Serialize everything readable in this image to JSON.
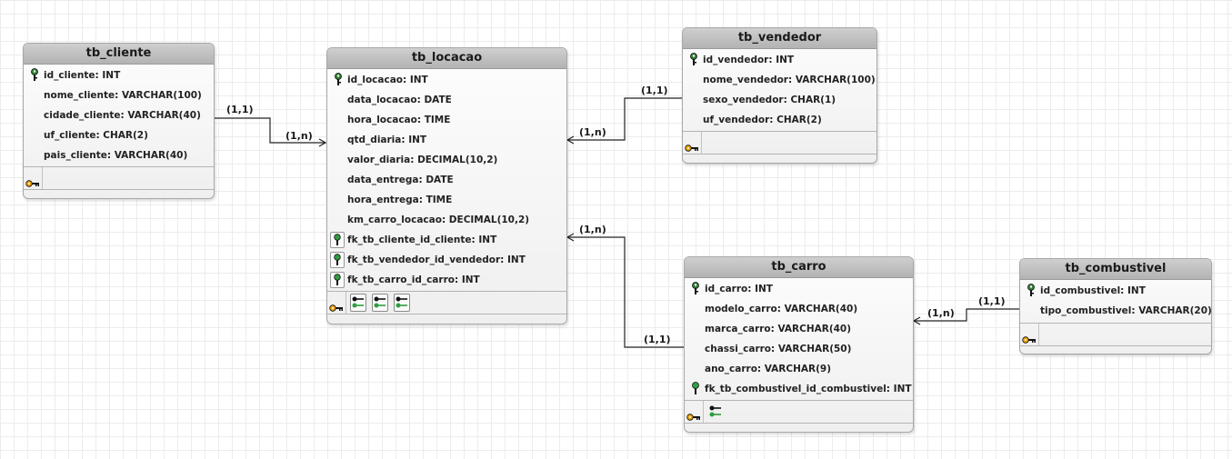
{
  "tables": {
    "tb_cliente": {
      "title": "tb_cliente",
      "columns": [
        "id_cliente: INT",
        "nome_cliente: VARCHAR(100)",
        "cidade_cliente: VARCHAR(40)",
        "uf_cliente: CHAR(2)",
        "pais_cliente: VARCHAR(40)"
      ]
    },
    "tb_locacao": {
      "title": "tb_locacao",
      "columns": [
        "id_locacao: INT",
        "data_locacao: DATE",
        "hora_locacao: TIME",
        "qtd_diaria: INT",
        "valor_diaria: DECIMAL(10,2)",
        "data_entrega: DATE",
        "hora_entrega: TIME",
        "km_carro_locacao: DECIMAL(10,2)",
        "fk_tb_cliente_id_cliente: INT",
        "fk_tb_vendedor_id_vendedor: INT",
        "fk_tb_carro_id_carro: INT"
      ]
    },
    "tb_vendedor": {
      "title": "tb_vendedor",
      "columns": [
        "id_vendedor: INT",
        "nome_vendedor: VARCHAR(100)",
        "sexo_vendedor: CHAR(1)",
        "uf_vendedor: CHAR(2)"
      ]
    },
    "tb_carro": {
      "title": "tb_carro",
      "columns": [
        "id_carro: INT",
        "modelo_carro: VARCHAR(40)",
        "marca_carro: VARCHAR(40)",
        "chassi_carro: VARCHAR(50)",
        "ano_carro: VARCHAR(9)",
        "fk_tb_combustivel_id_combustivel: INT"
      ]
    },
    "tb_combustivel": {
      "title": "tb_combustivel",
      "columns": [
        "id_combustivel: INT",
        "tipo_combustivel: VARCHAR(20)"
      ]
    }
  },
  "relationships": [
    {
      "from": "tb_cliente",
      "to": "tb_locacao",
      "from_card": "(1,1)",
      "to_card": "(1,n)"
    },
    {
      "from": "tb_vendedor",
      "to": "tb_locacao",
      "from_card": "(1,1)",
      "to_card": "(1,n)"
    },
    {
      "from": "tb_carro",
      "to": "tb_locacao",
      "from_card": "(1,1)",
      "to_card": "(1,n)"
    },
    {
      "from": "tb_combustivel",
      "to": "tb_carro",
      "from_card": "(1,1)",
      "to_card": "(1,n)"
    }
  ],
  "colors": {
    "pk_key": "#2e7d32",
    "fk_key": "#2e9e3e",
    "index_key": "#f0a000"
  }
}
